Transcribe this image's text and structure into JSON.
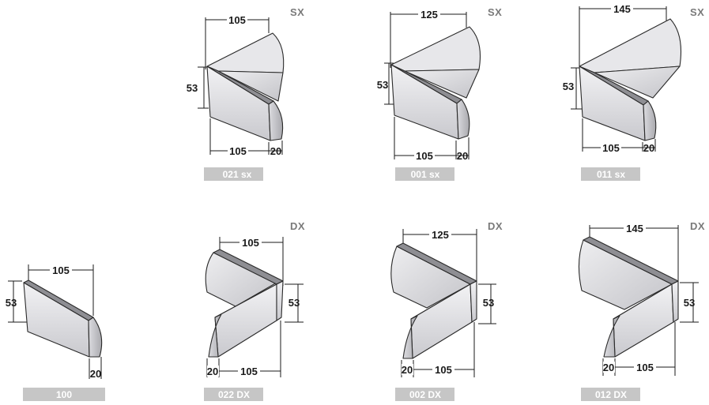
{
  "pieces": [
    {
      "id": "021sx",
      "code": "021",
      "suffix": "sx",
      "side": "SX",
      "top_dim": "105",
      "height_dim": "53",
      "bottom_dim": "105",
      "thickness_dim": "20"
    },
    {
      "id": "001sx",
      "code": "001",
      "suffix": "sx",
      "side": "SX",
      "top_dim": "125",
      "height_dim": "53",
      "bottom_dim": "105",
      "thickness_dim": "20"
    },
    {
      "id": "011sx",
      "code": "011",
      "suffix": "sx",
      "side": "SX",
      "top_dim": "145",
      "height_dim": "53",
      "bottom_dim": "105",
      "thickness_dim": "20"
    },
    {
      "id": "100",
      "code": "100",
      "suffix": "",
      "side": "",
      "top_dim": "105",
      "height_dim": "53",
      "bottom_dim": "",
      "thickness_dim": "20"
    },
    {
      "id": "022dx",
      "code": "022",
      "suffix": "DX",
      "side": "DX",
      "top_dim": "105",
      "height_dim": "53",
      "bottom_dim": "105",
      "thickness_dim": "20"
    },
    {
      "id": "002dx",
      "code": "002",
      "suffix": "DX",
      "side": "DX",
      "top_dim": "125",
      "height_dim": "53",
      "bottom_dim": "105",
      "thickness_dim": "20"
    },
    {
      "id": "012dx",
      "code": "012",
      "suffix": "DX",
      "side": "DX",
      "top_dim": "145",
      "height_dim": "53",
      "bottom_dim": "105",
      "thickness_dim": "20"
    }
  ]
}
